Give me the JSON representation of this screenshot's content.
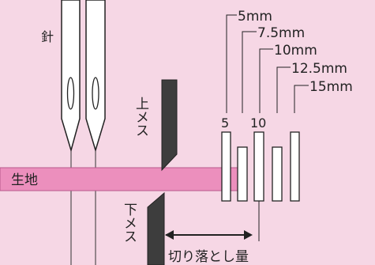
{
  "labels": {
    "needle": "針",
    "fabric": "生地",
    "upper_knife": "上メス",
    "lower_knife": "下メス",
    "cut_width": "切り落とし量",
    "tick_5": "5",
    "tick_10": "10"
  },
  "guides": [
    {
      "label": "5mm"
    },
    {
      "label": "7.5mm"
    },
    {
      "label": "10mm"
    },
    {
      "label": "12.5mm"
    },
    {
      "label": "15mm"
    }
  ],
  "colors": {
    "background": "#f6d7e5",
    "fabric": "#ec8fbd",
    "knife": "#3d3d3d",
    "needle_fill": "#ffffff",
    "stroke": "#222222"
  }
}
